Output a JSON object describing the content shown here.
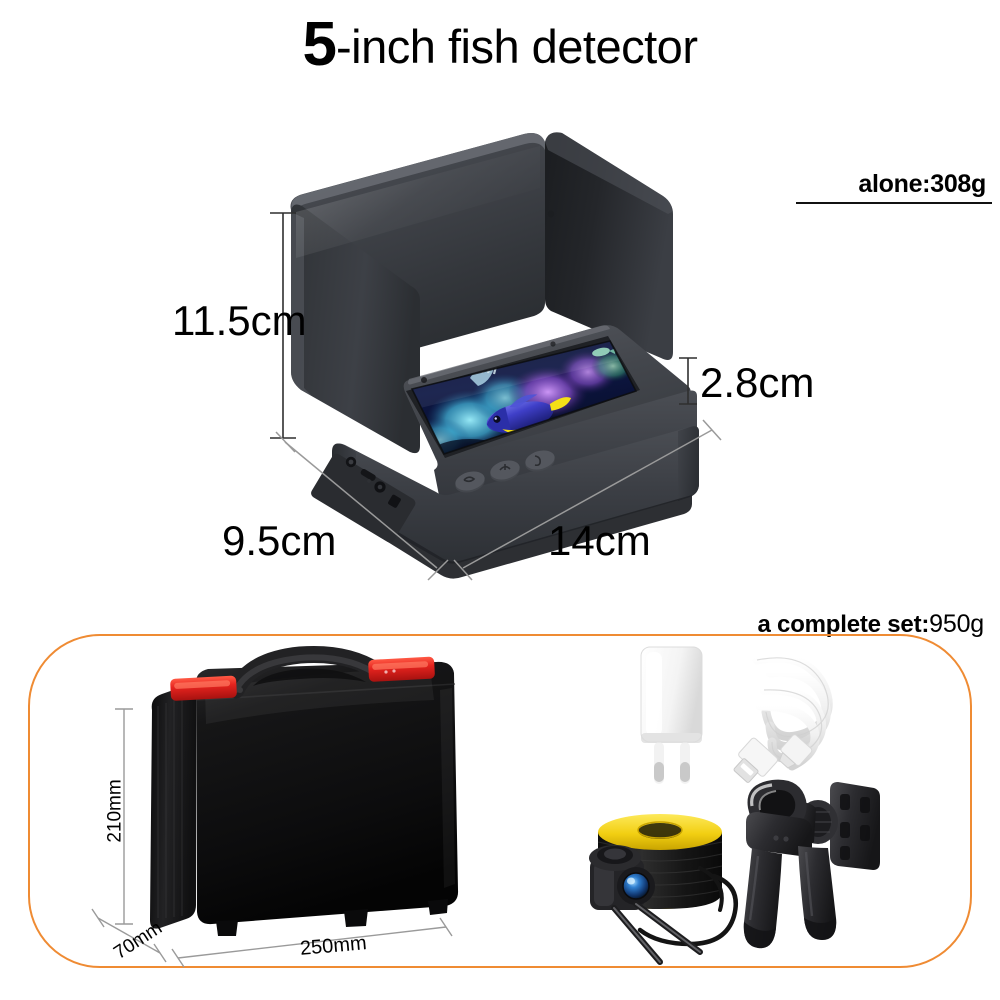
{
  "page": {
    "background": "#ffffff",
    "accent_orange": "#ef8b33"
  },
  "header": {
    "title_number": "5",
    "title_rest": "-inch fish detector",
    "title_full": "5-inch fish detector"
  },
  "weights": {
    "monitor_only_label": "alone:308g",
    "complete_set_prefix": "a complete set:",
    "complete_set_value": "950g"
  },
  "monitor": {
    "name": "fish-finder-monitor",
    "description": "5-inch LCD fish finder monitor with folding sun shade hood",
    "body_color": "#3a3d42",
    "hood_color": "#2f3237",
    "screen_scene": "underwater coral reef with blue tang fish",
    "dimensions": {
      "height": "11.5cm",
      "depth": "9.5cm",
      "width": "14cm",
      "thickness": "2.8cm"
    },
    "buttons": [
      "power-button",
      "menu-button",
      "mode-button"
    ],
    "ports": [
      "antenna-port",
      "micro-usb-port",
      "led-indicator",
      "dc-jack",
      "card-slot"
    ]
  },
  "case": {
    "name": "carrying-case",
    "description": "black hard plastic carrying case with red latches and handle",
    "body_color": "#121212",
    "latch_color": "#e5231e",
    "dimensions": {
      "height": "210mm",
      "depth": "70mm",
      "width": "250mm"
    }
  },
  "accessories": [
    {
      "id": "wall-charger",
      "label": "EU wall charger",
      "color": "#ffffff"
    },
    {
      "id": "usb-cable",
      "label": "USB charging cable",
      "color": "#f2f2f2"
    },
    {
      "id": "camera-and-spool",
      "label": "underwater camera with cable spool",
      "spool_color": "#f5d117",
      "cable_color": "#1a1a1a"
    },
    {
      "id": "rod-mount",
      "label": "adjustable rod mount bracket",
      "color": "#2b2b2d"
    }
  ]
}
